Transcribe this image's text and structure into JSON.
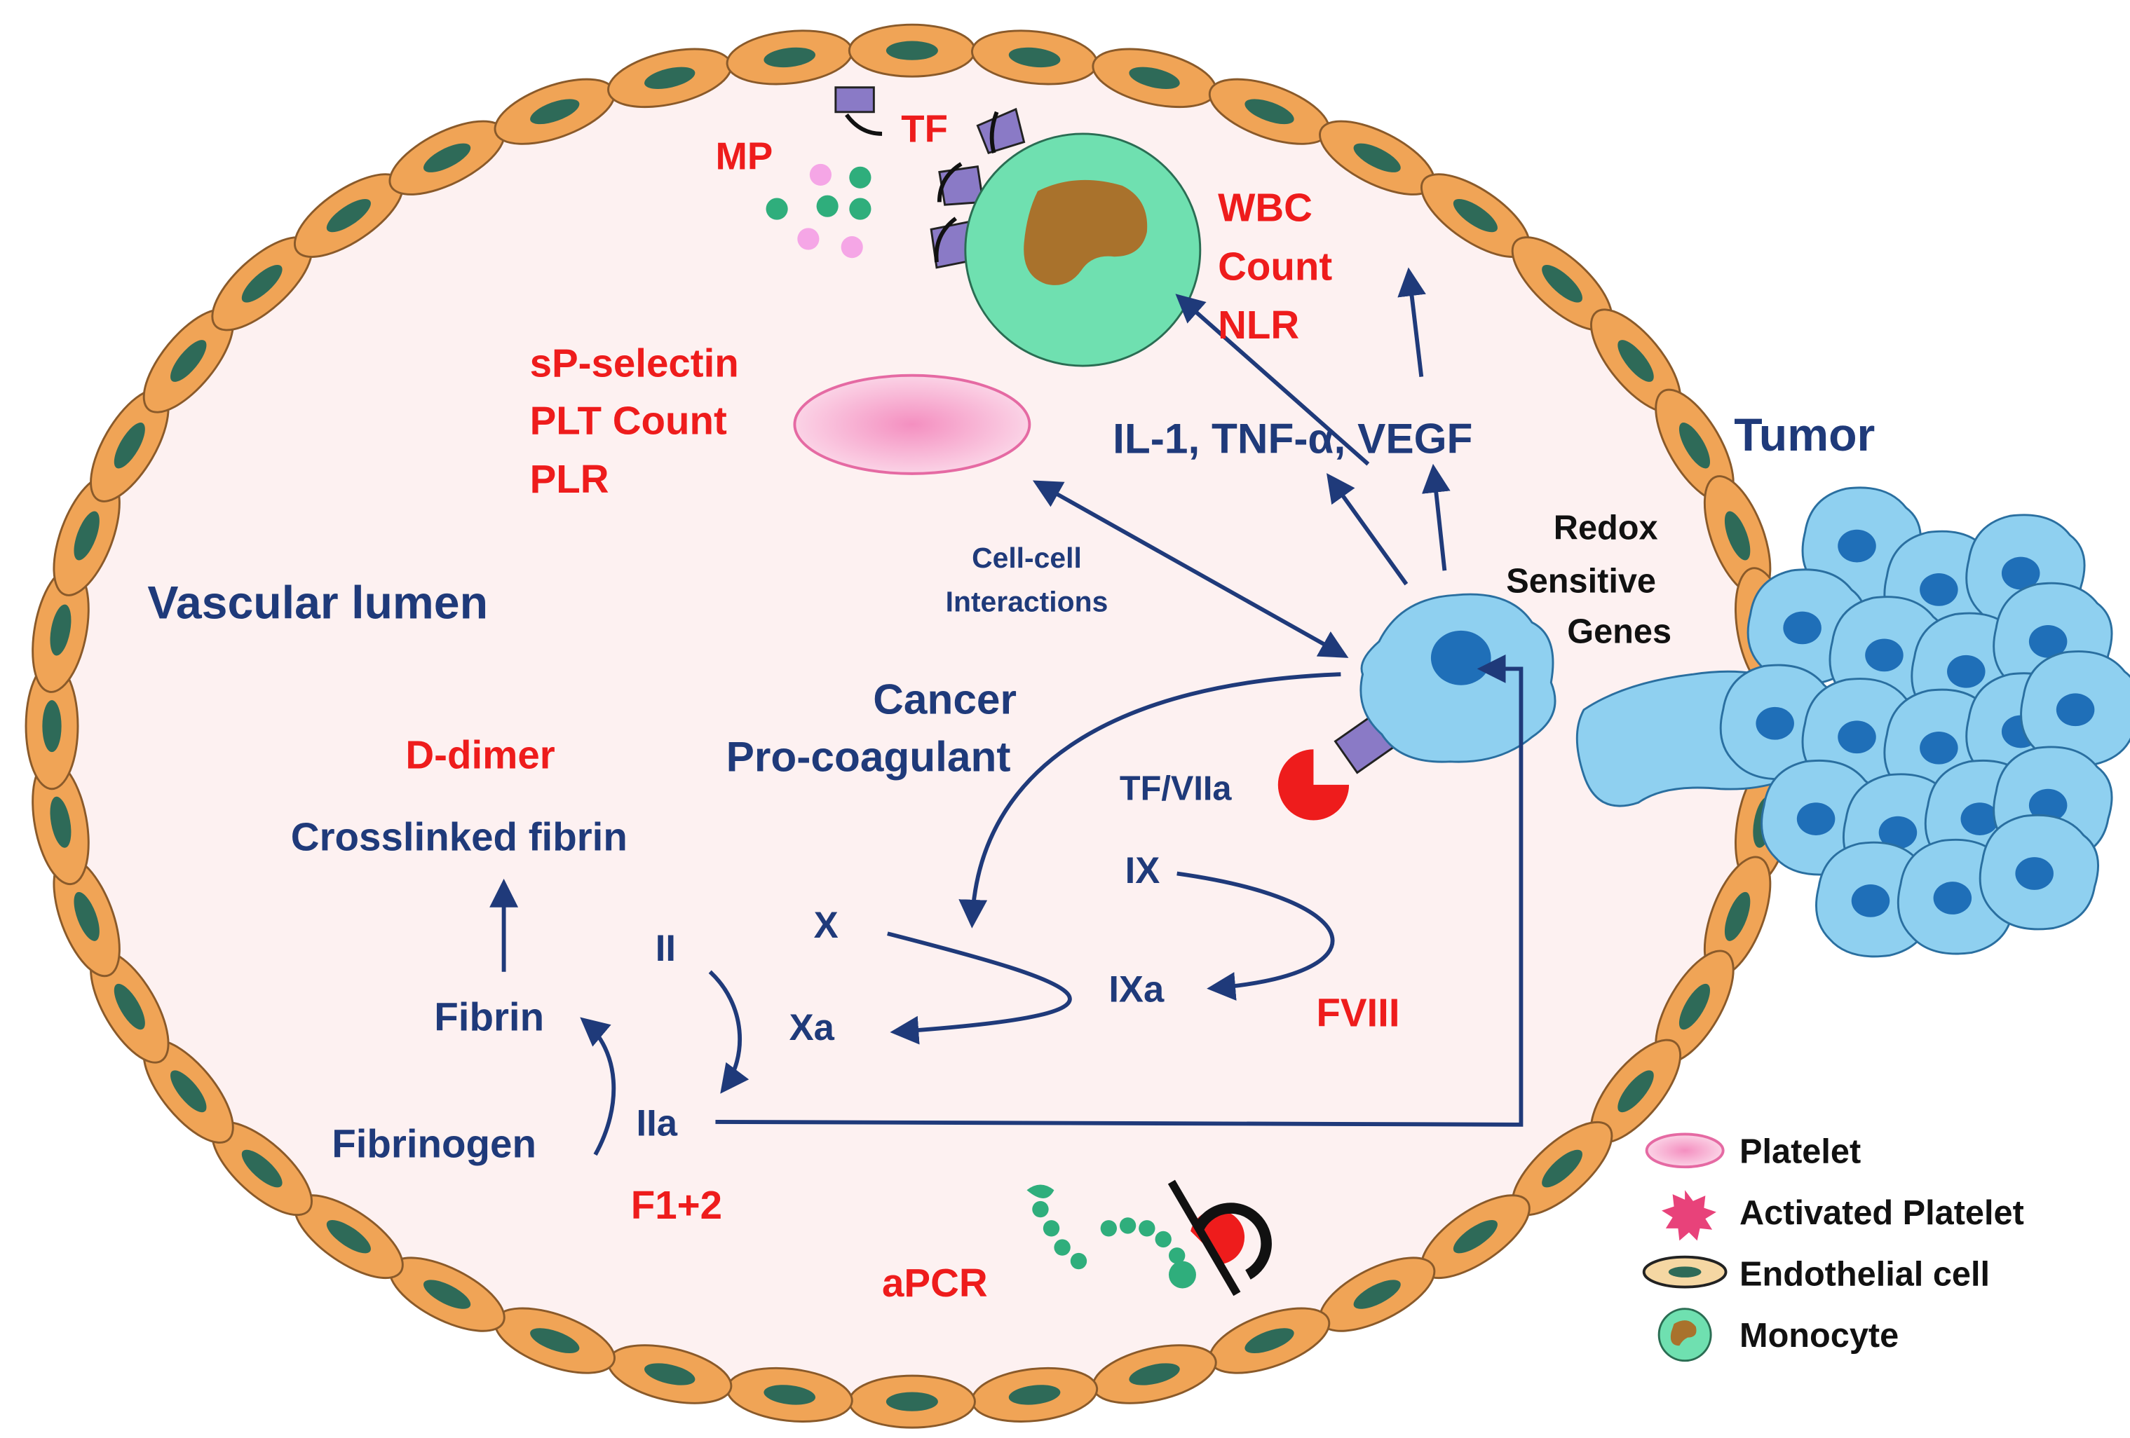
{
  "colors": {
    "lumen": "#fdf1f1",
    "endothelium": "#f0a456",
    "endothelium_nucleus": "#2e6a58",
    "label_blue": "#1f3a7a",
    "label_red": "#ee1c1c",
    "monocyte": "#6fe0b0",
    "monocyte_nucleus": "#a9722c",
    "tumor_cell": "#8fd0f0",
    "tumor_nucleus": "#1f6fb8",
    "receptor": "#8a7ac6"
  },
  "labels": {
    "vascular_lumen": "Vascular lumen",
    "tumor": "Tumor",
    "redox_line1": "Redox",
    "redox_line2": "Sensitive",
    "redox_line3": "Genes",
    "cytokines": "IL-1, TNF-α, VEGF",
    "cell_cell_line1": "Cell-cell",
    "cell_cell_line2": "Interactions",
    "cancer_line1": "Cancer",
    "cancer_line2": "Pro-coagulant",
    "tf_viia": "TF/VIIa",
    "ix": "IX",
    "ixa": "IXa",
    "x": "X",
    "xa": "Xa",
    "ii": "II",
    "iia": "IIa",
    "fibrinogen": "Fibrinogen",
    "fibrin": "Fibrin",
    "crosslinked_fibrin": "Crosslinked fibrin"
  },
  "biomarkers": {
    "mp": "MP",
    "tf": "TF",
    "wbc_line1": "WBC",
    "wbc_line2": "Count",
    "wbc_line3": "NLR",
    "plt_line1": "sP-selectin",
    "plt_line2": "PLT Count",
    "plt_line3": "PLR",
    "d_dimer": "D-dimer",
    "fviii": "FVIII",
    "f12": "F1+2",
    "apcr": "aPCR"
  },
  "legend": {
    "items": [
      {
        "label": "Platelet",
        "icon": "platelet-icon"
      },
      {
        "label": "Activated Platelet",
        "icon": "activated-platelet-icon"
      },
      {
        "label": "Endothelial cell",
        "icon": "endothelial-cell-icon"
      },
      {
        "label": "Monocyte",
        "icon": "monocyte-icon"
      }
    ]
  }
}
